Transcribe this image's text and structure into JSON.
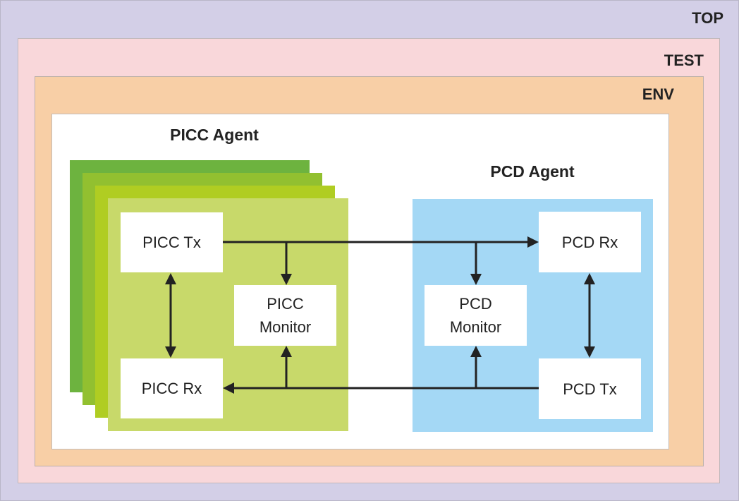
{
  "layers": {
    "top": "TOP",
    "test": "TEST",
    "env": "ENV"
  },
  "picc_agent": {
    "title": "PICC Agent",
    "tx": "PICC Tx",
    "rx": "PICC Rx",
    "monitor_line1": "PICC",
    "monitor_line2": "Monitor",
    "stack_count": 4
  },
  "pcd_agent": {
    "title": "PCD Agent",
    "tx": "PCD Tx",
    "rx": "PCD Rx",
    "monitor_line1": "PCD",
    "monitor_line2": "Monitor"
  },
  "colors": {
    "top": "#d3cfe7",
    "test": "#f9d7da",
    "env": "#f8cfa6",
    "picc_stack": [
      "#6db33f",
      "#92c030",
      "#b0cd22",
      "#c8d96a"
    ],
    "pcd": "#a4d8f5",
    "arrow": "#222222"
  },
  "connections": [
    {
      "from": "PICC Tx",
      "to": "PCD Rx",
      "type": "arrow"
    },
    {
      "from": "PICC Tx",
      "to": "PICC Monitor",
      "type": "arrow"
    },
    {
      "from": "PICC Tx",
      "to": "PCD Monitor",
      "type": "arrow"
    },
    {
      "from": "PCD Tx",
      "to": "PICC Rx",
      "type": "arrow"
    },
    {
      "from": "PCD Tx",
      "to": "PICC Monitor",
      "type": "arrow"
    },
    {
      "from": "PCD Tx",
      "to": "PCD Monitor",
      "type": "arrow"
    },
    {
      "from": "PICC Tx",
      "to": "PICC Rx",
      "type": "bidirectional"
    },
    {
      "from": "PCD Rx",
      "to": "PCD Tx",
      "type": "bidirectional"
    }
  ]
}
